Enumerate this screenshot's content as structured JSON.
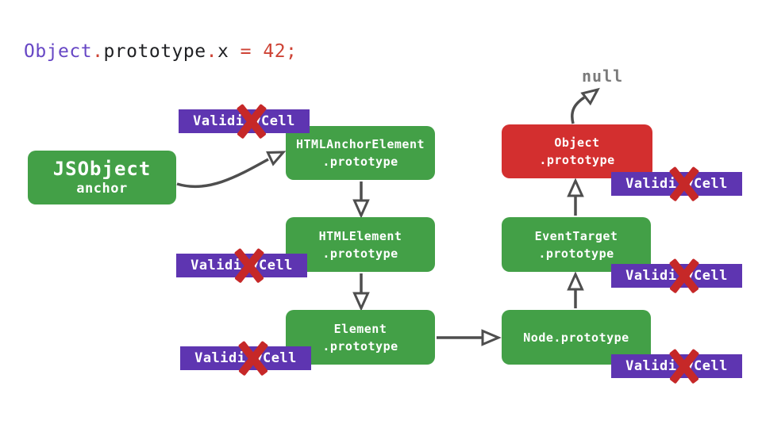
{
  "code": {
    "segments": [
      {
        "text": "Object",
        "color": "#6747c5"
      },
      {
        "text": ".",
        "color": "#ce4335"
      },
      {
        "text": "prototype",
        "color": "#202124"
      },
      {
        "text": ".",
        "color": "#ce4335"
      },
      {
        "text": "x",
        "color": "#202124"
      },
      {
        "text": " = ",
        "color": "#ce4335"
      },
      {
        "text": "42",
        "color": "#ce4335"
      },
      {
        "text": ";",
        "color": "#ce4335"
      }
    ]
  },
  "labels": {
    "null_label": "null"
  },
  "badge": {
    "label": "ValidityCell",
    "icon": "red-x-icon",
    "count": 6
  },
  "nodes": {
    "jsobject": {
      "title": "JSObject",
      "subtitle": "anchor",
      "color": "#43a047"
    },
    "html_anchor_prototype": {
      "line1": "HTMLAnchorElement",
      "line2": ".prototype",
      "color": "#43a047"
    },
    "html_element_prototype": {
      "line1": "HTMLElement",
      "line2": ".prototype",
      "color": "#43a047"
    },
    "element_prototype": {
      "line1": "Element",
      "line2": ".prototype",
      "color": "#43a047"
    },
    "node_prototype": {
      "line1": "Node.prototype",
      "color": "#43a047"
    },
    "event_target_prototype": {
      "line1": "EventTarget",
      "line2": ".prototype",
      "color": "#43a047"
    },
    "object_prototype": {
      "line1": "Object",
      "line2": ".prototype",
      "color": "#d32f2f"
    }
  },
  "colors": {
    "node_green": "#43a047",
    "node_red": "#d32f2f",
    "badge_purple": "#5e35b1",
    "x_mark_red": "#c62828",
    "arrow_gray": "#4e4e4e",
    "null_gray": "#7a7a7a",
    "background": "#ffffff"
  }
}
